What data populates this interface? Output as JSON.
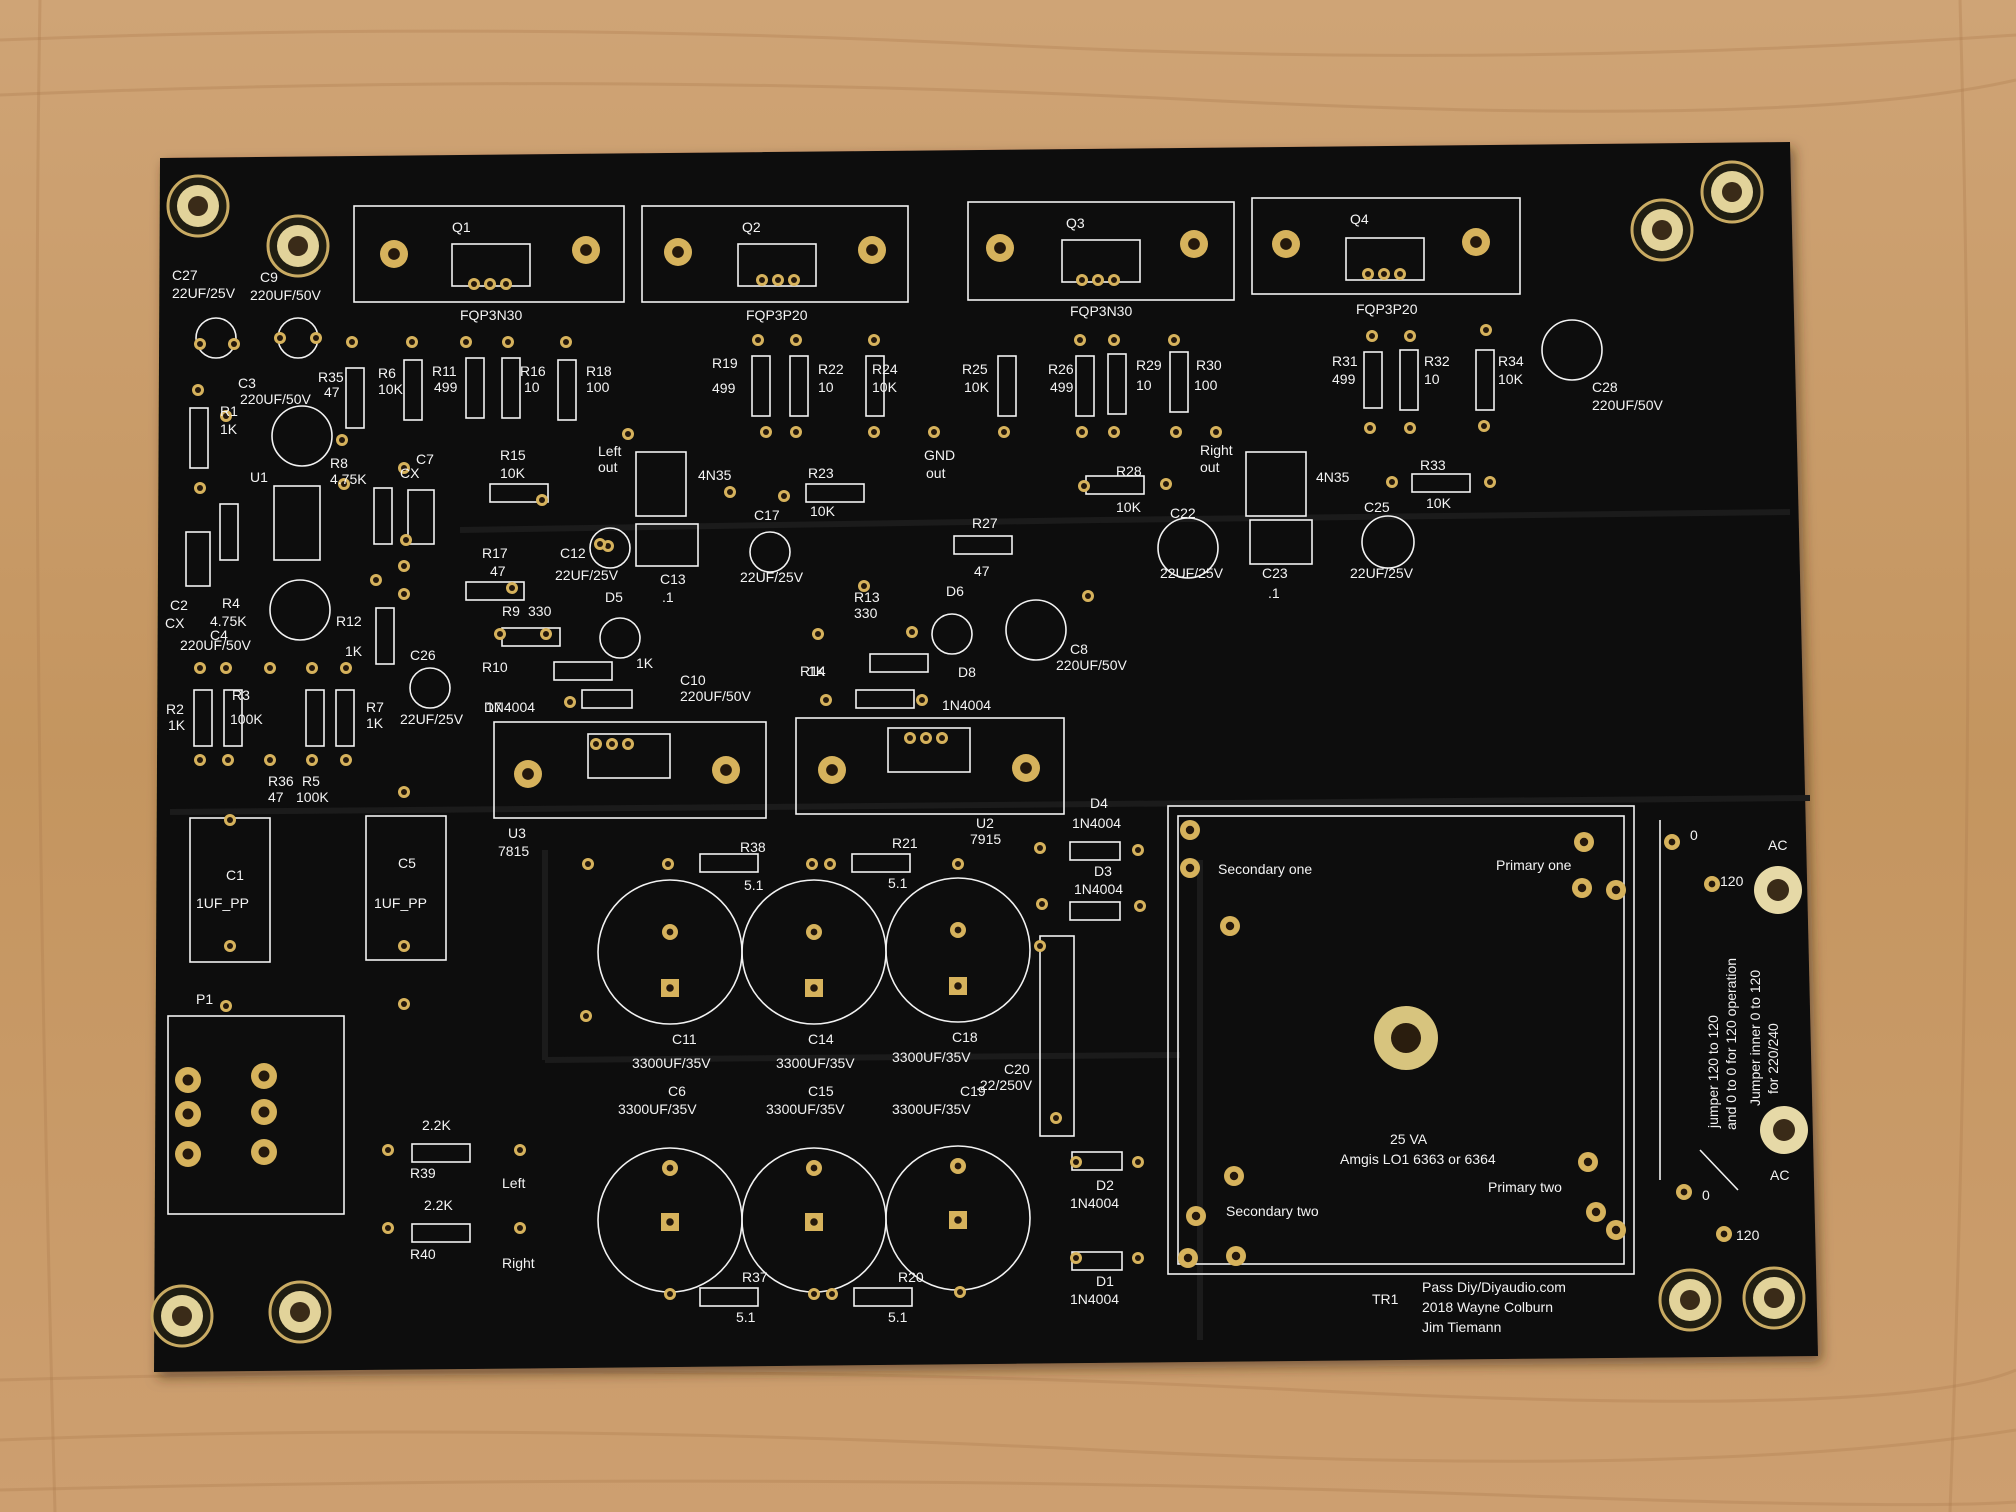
{
  "board": {
    "colors": {
      "wood": "#c79a6c",
      "mask": "#0c0c0c",
      "pad": "#d6b25c",
      "silk": "#f2f2f2"
    },
    "credits": [
      "Pass Diy/Diyaudio.com",
      "2018 Wayne Colburn",
      "Jim Tiemann"
    ],
    "transformer": {
      "ref": "TR1",
      "rating": "25 VA",
      "part": "Amgis LO1 6363 or 6364",
      "secondary_one": "Secondary one",
      "secondary_two": "Secondary two",
      "primary_one": "Primary one",
      "primary_two": "Primary two"
    },
    "jumper_note": [
      "jumper 120  to 120",
      "and 0 to 0 for 120 operation"
    ],
    "jumper_note2": [
      "Jumper inner 0 to 120",
      "for 220/240"
    ],
    "ac_labels": [
      "AC",
      "AC"
    ],
    "ac_taps": [
      "0",
      "120",
      "0",
      "120"
    ],
    "outputs": {
      "left_out": [
        "Left",
        "out"
      ],
      "gnd_out": [
        "GND",
        "out"
      ],
      "right_out": [
        "Right",
        "out"
      ],
      "left_in": "Left",
      "right_in": "Right"
    },
    "mosfets": [
      {
        "ref": "Q1",
        "part": "FQP3N30"
      },
      {
        "ref": "Q2",
        "part": "FQP3P20"
      },
      {
        "ref": "Q3",
        "part": "FQP3N30"
      },
      {
        "ref": "Q4",
        "part": "FQP3P20"
      }
    ],
    "regulators": [
      {
        "ref": "U3",
        "part": "7815"
      },
      {
        "ref": "U2",
        "part": "7915"
      }
    ],
    "parts": [
      {
        "t": "C27"
      },
      {
        "t": "22UF/25V"
      },
      {
        "t": "C9"
      },
      {
        "t": "220UF/50V"
      },
      {
        "t": "C3"
      },
      {
        "t": "220UF/50V"
      },
      {
        "t": "R1"
      },
      {
        "t": "1K"
      },
      {
        "t": "R35"
      },
      {
        "t": "47"
      },
      {
        "t": "R6"
      },
      {
        "t": "10K"
      },
      {
        "t": "R11"
      },
      {
        "t": "499"
      },
      {
        "t": "R16"
      },
      {
        "t": "10"
      },
      {
        "t": "R18"
      },
      {
        "t": "100"
      },
      {
        "t": "R15"
      },
      {
        "t": "10K"
      },
      {
        "t": "R8"
      },
      {
        "t": "4.75K"
      },
      {
        "t": "C7"
      },
      {
        "t": "CX"
      },
      {
        "t": "U1"
      },
      {
        "t": "C2"
      },
      {
        "t": "CX"
      },
      {
        "t": "R4"
      },
      {
        "t": "4.75K"
      },
      {
        "t": "C4"
      },
      {
        "t": "220UF/50V"
      },
      {
        "t": "R12"
      },
      {
        "t": "1K"
      },
      {
        "t": "R17"
      },
      {
        "t": "47"
      },
      {
        "t": "R9"
      },
      {
        "t": "330"
      },
      {
        "t": "C12"
      },
      {
        "t": "22UF/25V"
      },
      {
        "t": "C13"
      },
      {
        "t": ".1"
      },
      {
        "t": "4N35"
      },
      {
        "t": "D5"
      },
      {
        "t": "1K"
      },
      {
        "t": "R10"
      },
      {
        "t": "D7"
      },
      {
        "t": "1N4004"
      },
      {
        "t": "C10"
      },
      {
        "t": "220UF/50V"
      },
      {
        "t": "C26"
      },
      {
        "t": "22UF/25V"
      },
      {
        "t": "R2"
      },
      {
        "t": "1K"
      },
      {
        "t": "R3"
      },
      {
        "t": "100K"
      },
      {
        "t": "R36"
      },
      {
        "t": "47"
      },
      {
        "t": "R5"
      },
      {
        "t": "100K"
      },
      {
        "t": "R7"
      },
      {
        "t": "1K"
      },
      {
        "t": "R19"
      },
      {
        "t": "499"
      },
      {
        "t": "R22"
      },
      {
        "t": "10"
      },
      {
        "t": "R24"
      },
      {
        "t": "10K"
      },
      {
        "t": "R23"
      },
      {
        "t": "10K"
      },
      {
        "t": "C17"
      },
      {
        "t": "22UF/25V"
      },
      {
        "t": "R13"
      },
      {
        "t": "330"
      },
      {
        "t": "R14"
      },
      {
        "t": "1K"
      },
      {
        "t": "D6"
      },
      {
        "t": "D8"
      },
      {
        "t": "1N4004"
      },
      {
        "t": "C8"
      },
      {
        "t": "220UF/50V"
      },
      {
        "t": "R27"
      },
      {
        "t": "47"
      },
      {
        "t": "R25"
      },
      {
        "t": "10K"
      },
      {
        "t": "R26"
      },
      {
        "t": "499"
      },
      {
        "t": "R29"
      },
      {
        "t": "10"
      },
      {
        "t": "R30"
      },
      {
        "t": "100"
      },
      {
        "t": "R28"
      },
      {
        "t": "10K"
      },
      {
        "t": "C22"
      },
      {
        "t": "22UF/25V"
      },
      {
        "t": "4N35"
      },
      {
        "t": "C23"
      },
      {
        "t": ".1"
      },
      {
        "t": "R31"
      },
      {
        "t": "499"
      },
      {
        "t": "R32"
      },
      {
        "t": "10"
      },
      {
        "t": "R34"
      },
      {
        "t": "10K"
      },
      {
        "t": "R33"
      },
      {
        "t": "10K"
      },
      {
        "t": "C25"
      },
      {
        "t": "22UF/25V"
      },
      {
        "t": "C28"
      },
      {
        "t": "220UF/50V"
      },
      {
        "t": "C1"
      },
      {
        "t": "1UF_PP"
      },
      {
        "t": "C5"
      },
      {
        "t": "1UF_PP"
      },
      {
        "t": "P1"
      },
      {
        "t": "2.2K"
      },
      {
        "t": "R39"
      },
      {
        "t": "2.2K"
      },
      {
        "t": "R40"
      },
      {
        "t": "R38"
      },
      {
        "t": "5.1"
      },
      {
        "t": "R21"
      },
      {
        "t": "5.1"
      },
      {
        "t": "R37"
      },
      {
        "t": "5.1"
      },
      {
        "t": "R20"
      },
      {
        "t": "5.1"
      },
      {
        "t": "C11"
      },
      {
        "t": "3300UF/35V"
      },
      {
        "t": "C14"
      },
      {
        "t": "3300UF/35V"
      },
      {
        "t": "C18"
      },
      {
        "t": "3300UF/35V"
      },
      {
        "t": "C6"
      },
      {
        "t": "3300UF/35V"
      },
      {
        "t": "C15"
      },
      {
        "t": "3300UF/35V"
      },
      {
        "t": "C19"
      },
      {
        "t": "3300UF/35V"
      },
      {
        "t": "C20"
      },
      {
        "t": ".22/250V"
      },
      {
        "t": "D4"
      },
      {
        "t": "1N4004"
      },
      {
        "t": "D3"
      },
      {
        "t": "1N4004"
      },
      {
        "t": "D2"
      },
      {
        "t": "1N4004"
      },
      {
        "t": "D1"
      },
      {
        "t": "1N4004"
      }
    ]
  }
}
